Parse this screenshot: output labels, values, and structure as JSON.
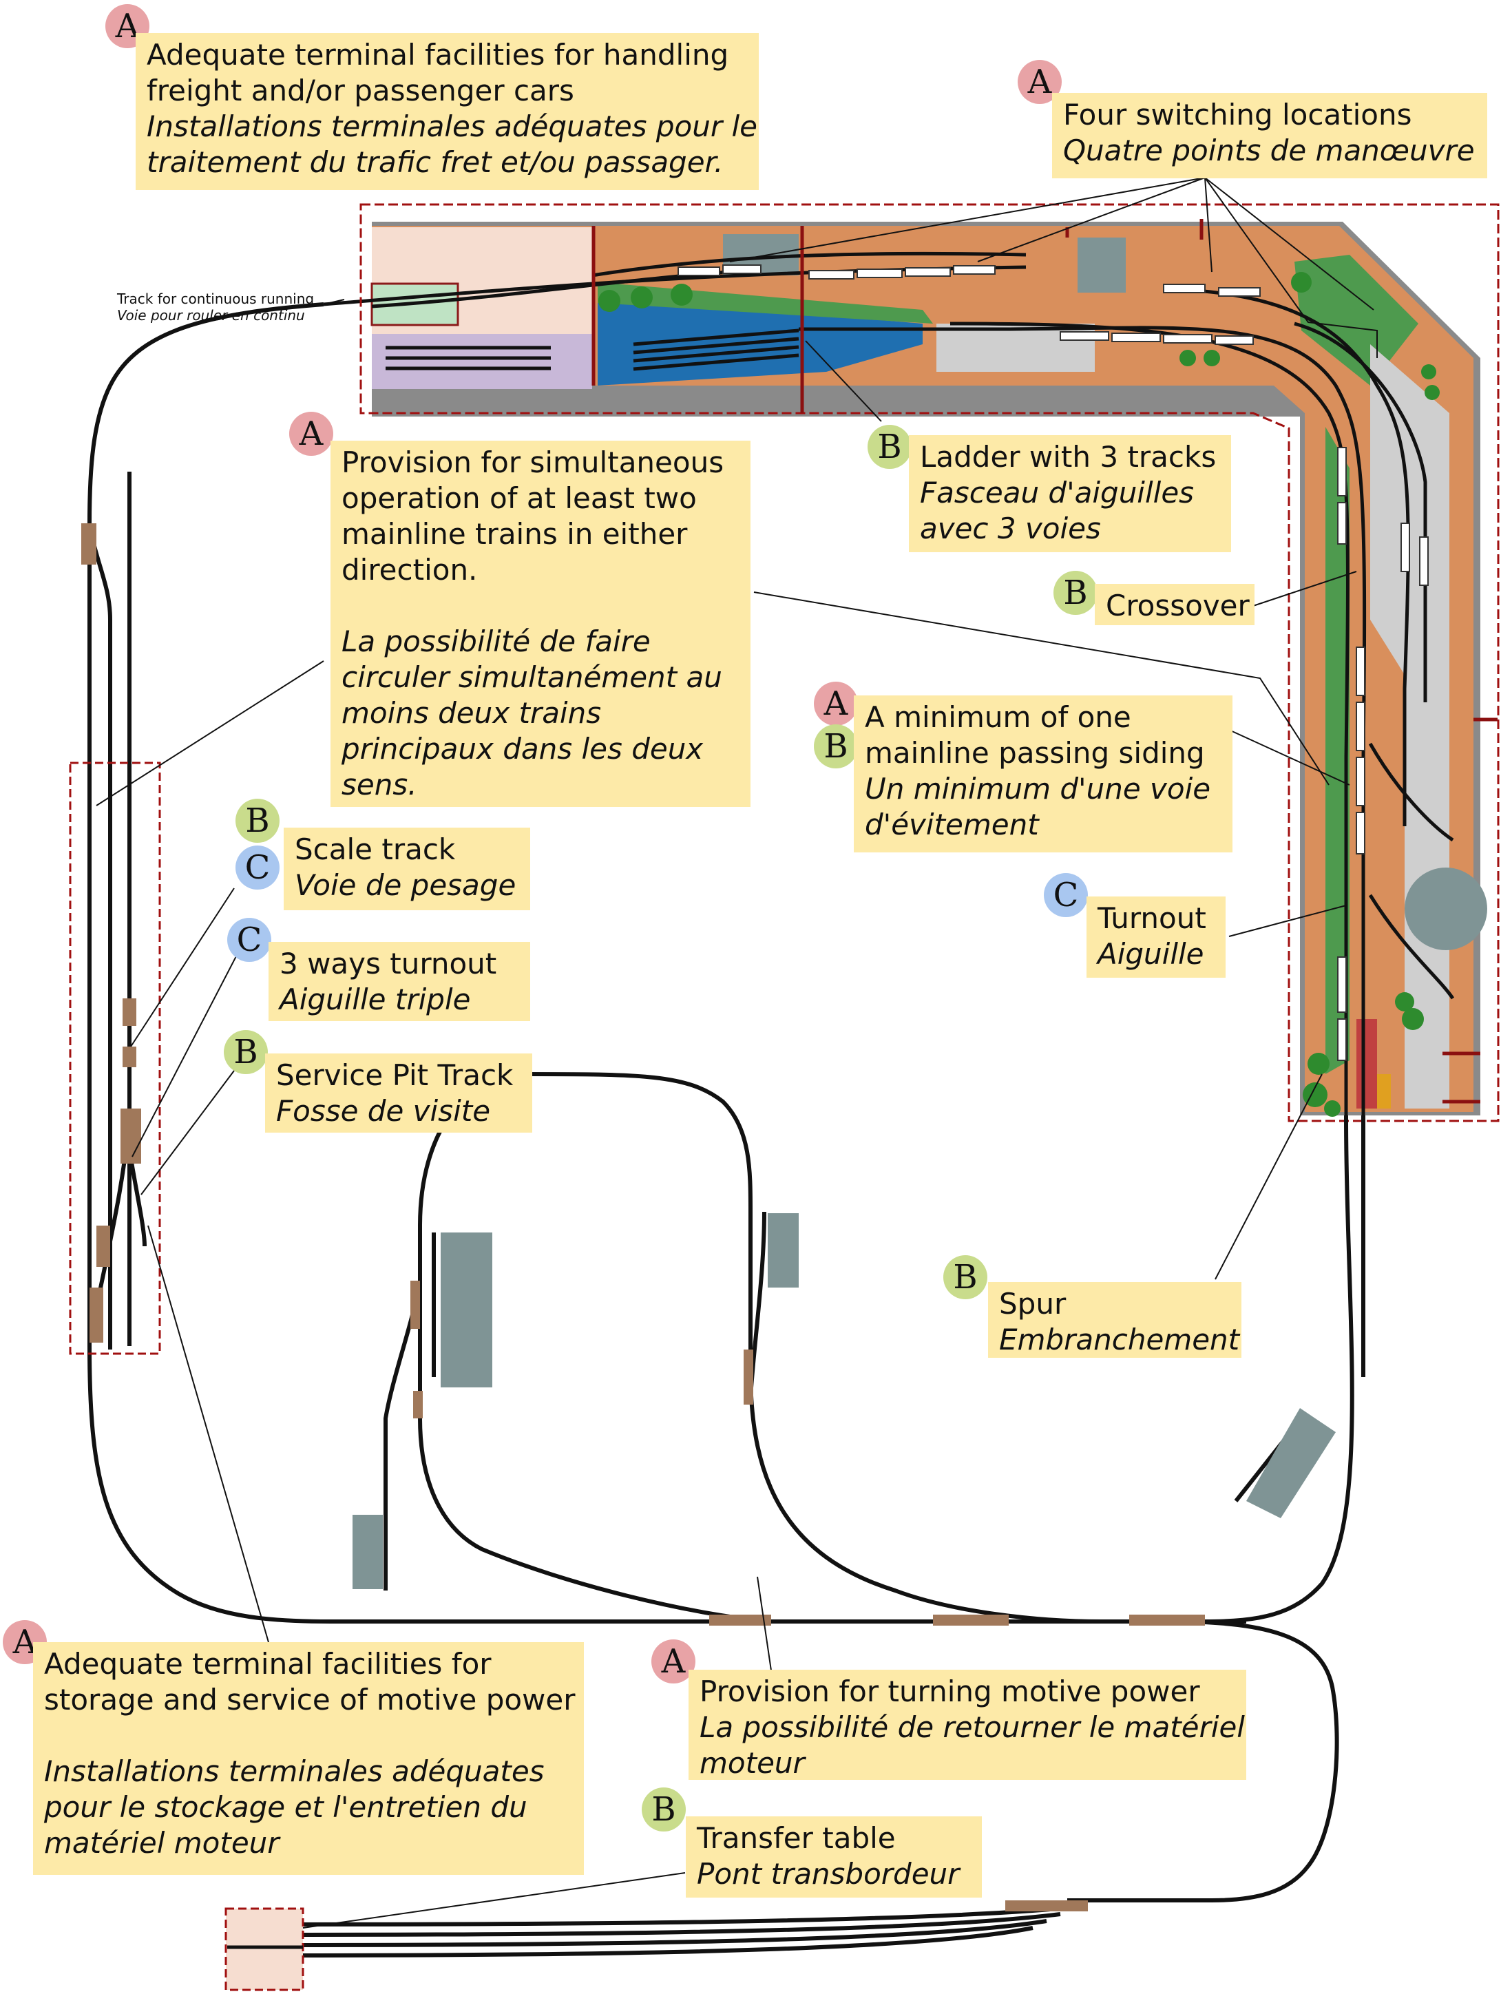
{
  "badges": {
    "a": "A",
    "b": "B",
    "c": "C"
  },
  "colors": {
    "note_background": "#fdeaa8",
    "badge_a": "#e8a3a6",
    "badge_b": "#c9dc8c",
    "badge_c": "#a9c7f0",
    "track": "#111111",
    "turnout": "#a0785a",
    "boundary": "#a01010",
    "water": "#1f6fb0",
    "terrain": "#d98f5c",
    "grass": "#4e9a4e",
    "structure": "#7f9495"
  },
  "continuous_running": {
    "en": "Track for continuous running",
    "fr": "Voie pour rouler en continu"
  },
  "notes": {
    "terminal_cars": {
      "en": [
        "Adequate terminal facilities for handling",
        "freight and/or passenger cars"
      ],
      "fr": [
        "Installations terminales adéquates pour le",
        "traitement du trafic fret et/ou passager."
      ]
    },
    "switching": {
      "en": "Four switching locations",
      "fr": "Quatre points de manœuvre"
    },
    "ladder": {
      "en": "Ladder with 3 tracks",
      "fr": [
        "Fasceau d'aiguilles",
        "avec 3 voies"
      ]
    },
    "simultaneous": {
      "en": [
        "Provision for simultaneous",
        "operation of at least two",
        "mainline trains in either",
        "direction."
      ],
      "fr": [
        "La possibilité de faire",
        "circuler simultanément au",
        "moins deux trains",
        "principaux dans les deux",
        "sens."
      ]
    },
    "crossover": {
      "en": "Crossover"
    },
    "passing_siding": {
      "en": [
        "A minimum of one",
        "mainline passing siding"
      ],
      "fr": [
        "Un minimum d'une voie",
        "d'évitement"
      ]
    },
    "scale_track": {
      "en": "Scale track",
      "fr": "Voie de pesage"
    },
    "three_way": {
      "en": "3 ways turnout",
      "fr": "Aiguille triple"
    },
    "turnout": {
      "en": "Turnout",
      "fr": "Aiguille"
    },
    "service_pit": {
      "en": "Service Pit Track",
      "fr": "Fosse de visite"
    },
    "spur": {
      "en": "Spur",
      "fr": "Embranchement"
    },
    "motive_storage": {
      "en": [
        "Adequate terminal facilities for",
        "storage and service of motive power"
      ],
      "fr": [
        "Installations terminales adéquates",
        "pour le stockage et l'entretien du",
        "matériel moteur"
      ]
    },
    "turning": {
      "en": "Provision for turning motive power",
      "fr": [
        "La possibilité de retourner le matériel",
        "moteur"
      ]
    },
    "transfer_table": {
      "en": "Transfer table",
      "fr": "Pont transbordeur"
    }
  }
}
